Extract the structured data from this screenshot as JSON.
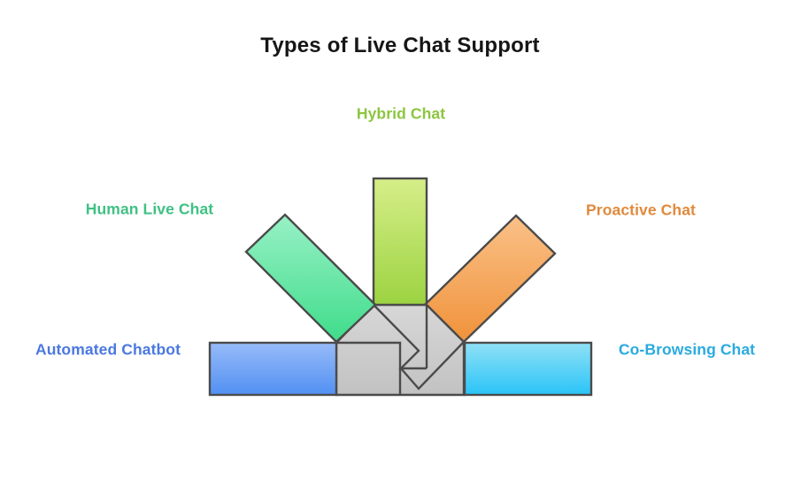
{
  "title": "Types of Live Chat Support",
  "diagram": {
    "type": "converging-arrows",
    "background": "#ffffff",
    "outline_color": "#4b4b4b",
    "arrowhead_color": "#cccccc",
    "items": [
      {
        "label": "Hybrid Chat",
        "position": "top",
        "color": "#8cc63f",
        "shaft_gradient": [
          "#d6ee89",
          "#9cd341"
        ]
      },
      {
        "label": "Human Live Chat",
        "position": "upper-left",
        "color": "#3fc183",
        "shaft_gradient": [
          "#98f1c6",
          "#3fdc8a"
        ]
      },
      {
        "label": "Proactive Chat",
        "position": "upper-right",
        "color": "#e08a3d",
        "shaft_gradient": [
          "#fac188",
          "#f0923a"
        ]
      },
      {
        "label": "Automated Chatbot",
        "position": "left",
        "color": "#4b78e0",
        "shaft_gradient": [
          "#97bbf8",
          "#5290f3"
        ]
      },
      {
        "label": "Co-Browsing Chat",
        "position": "right",
        "color": "#2aabdf",
        "shaft_gradient": [
          "#90e1f6",
          "#2ac4f7"
        ]
      }
    ]
  }
}
